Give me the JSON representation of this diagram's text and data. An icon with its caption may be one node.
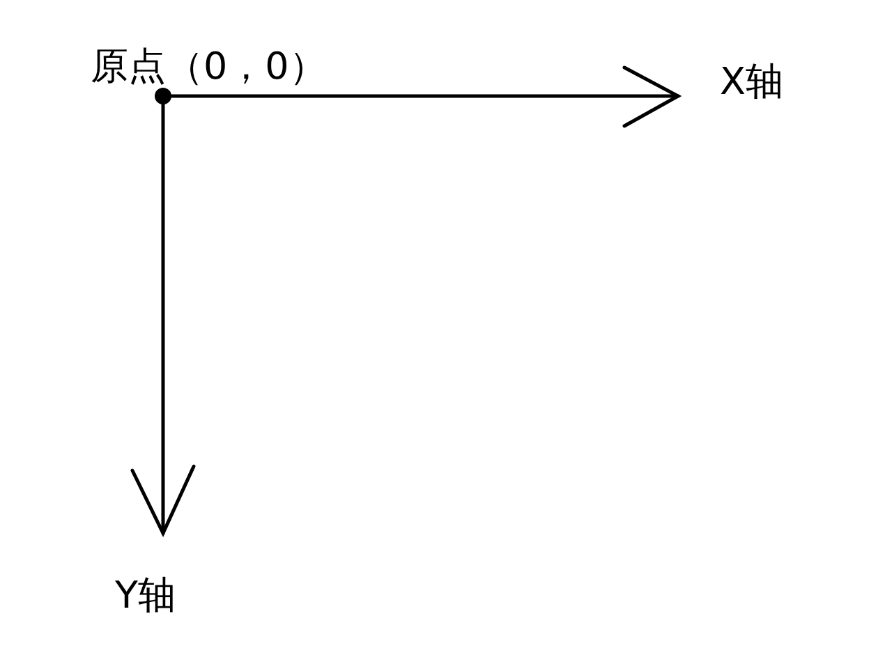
{
  "diagram": {
    "labels": [
      "原点（0，0）",
      "X轴",
      "Y轴"
    ]
  }
}
